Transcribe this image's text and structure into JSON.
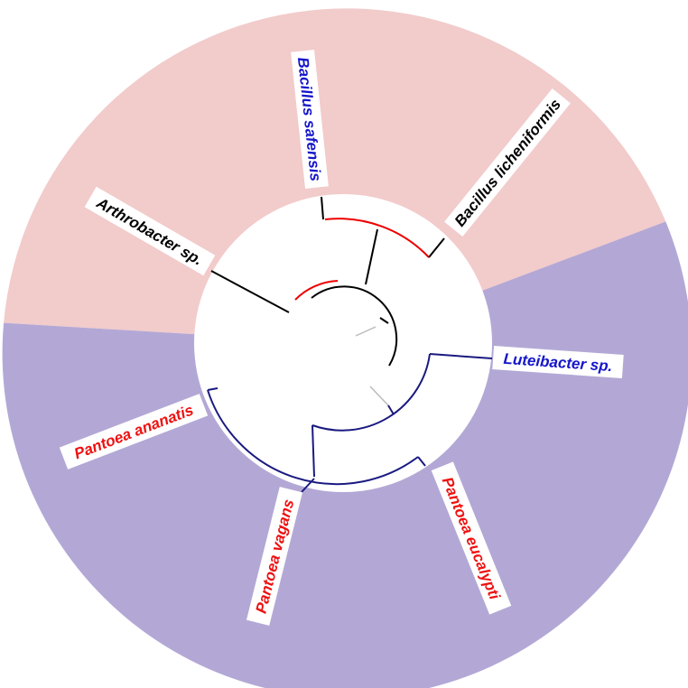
{
  "tree": {
    "groups": [
      {
        "id": "firmicutes-actinobacteria",
        "fill": "#f2cbcb"
      },
      {
        "id": "proteobacteria",
        "fill": "#b3a8d5"
      }
    ],
    "branch_colors": {
      "red": "#ee0000",
      "navy": "#1a1a80",
      "black": "#000000",
      "gray": "#bbbbbb"
    },
    "tips": [
      {
        "key": "bacillus_safensis",
        "label": "Bacillus safensis",
        "color": "#1515cc"
      },
      {
        "key": "bacillus_licheniformis",
        "label": "Bacillus licheniformis",
        "color": "#000000"
      },
      {
        "key": "arthrobacter",
        "label": "Arthrobacter sp.",
        "color": "#000000"
      },
      {
        "key": "luteibacter",
        "label": "Luteibacter sp.",
        "color": "#1515cc"
      },
      {
        "key": "pantoea_ananatis",
        "label": "Pantoea ananatis",
        "color": "#ee1111"
      },
      {
        "key": "pantoea_vagans",
        "label": "Pantoea vagans",
        "color": "#ee1111"
      },
      {
        "key": "pantoea_eucalypti",
        "label": "Pantoea eucalypti",
        "color": "#ee1111"
      }
    ]
  }
}
